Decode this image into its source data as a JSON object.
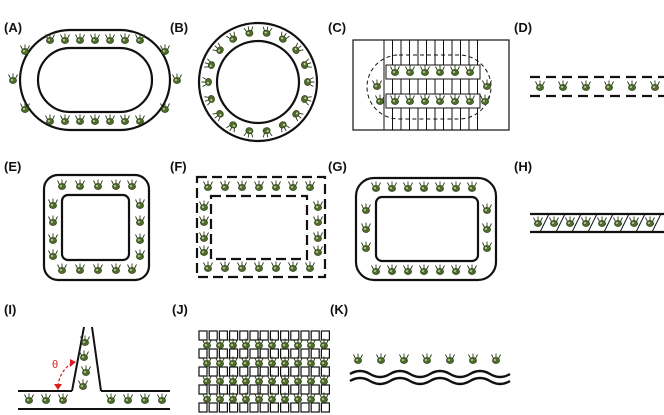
{
  "figure": {
    "panels": [
      {
        "id": "A",
        "label": "(A)"
      },
      {
        "id": "B",
        "label": "(B)"
      },
      {
        "id": "C",
        "label": "(C)"
      },
      {
        "id": "D",
        "label": "(D)"
      },
      {
        "id": "E",
        "label": "(E)"
      },
      {
        "id": "F",
        "label": "(F)"
      },
      {
        "id": "G",
        "label": "(G)"
      },
      {
        "id": "H",
        "label": "(H)"
      },
      {
        "id": "I",
        "label": "(I)"
      },
      {
        "id": "J",
        "label": "(J)"
      },
      {
        "id": "K",
        "label": "(K)"
      }
    ],
    "angle_symbol": "θ",
    "colors": {
      "line": "#111111",
      "cell_body": "#4e6b2c",
      "cell_edge": "#2a3a16",
      "annotation": "#d62020"
    }
  }
}
